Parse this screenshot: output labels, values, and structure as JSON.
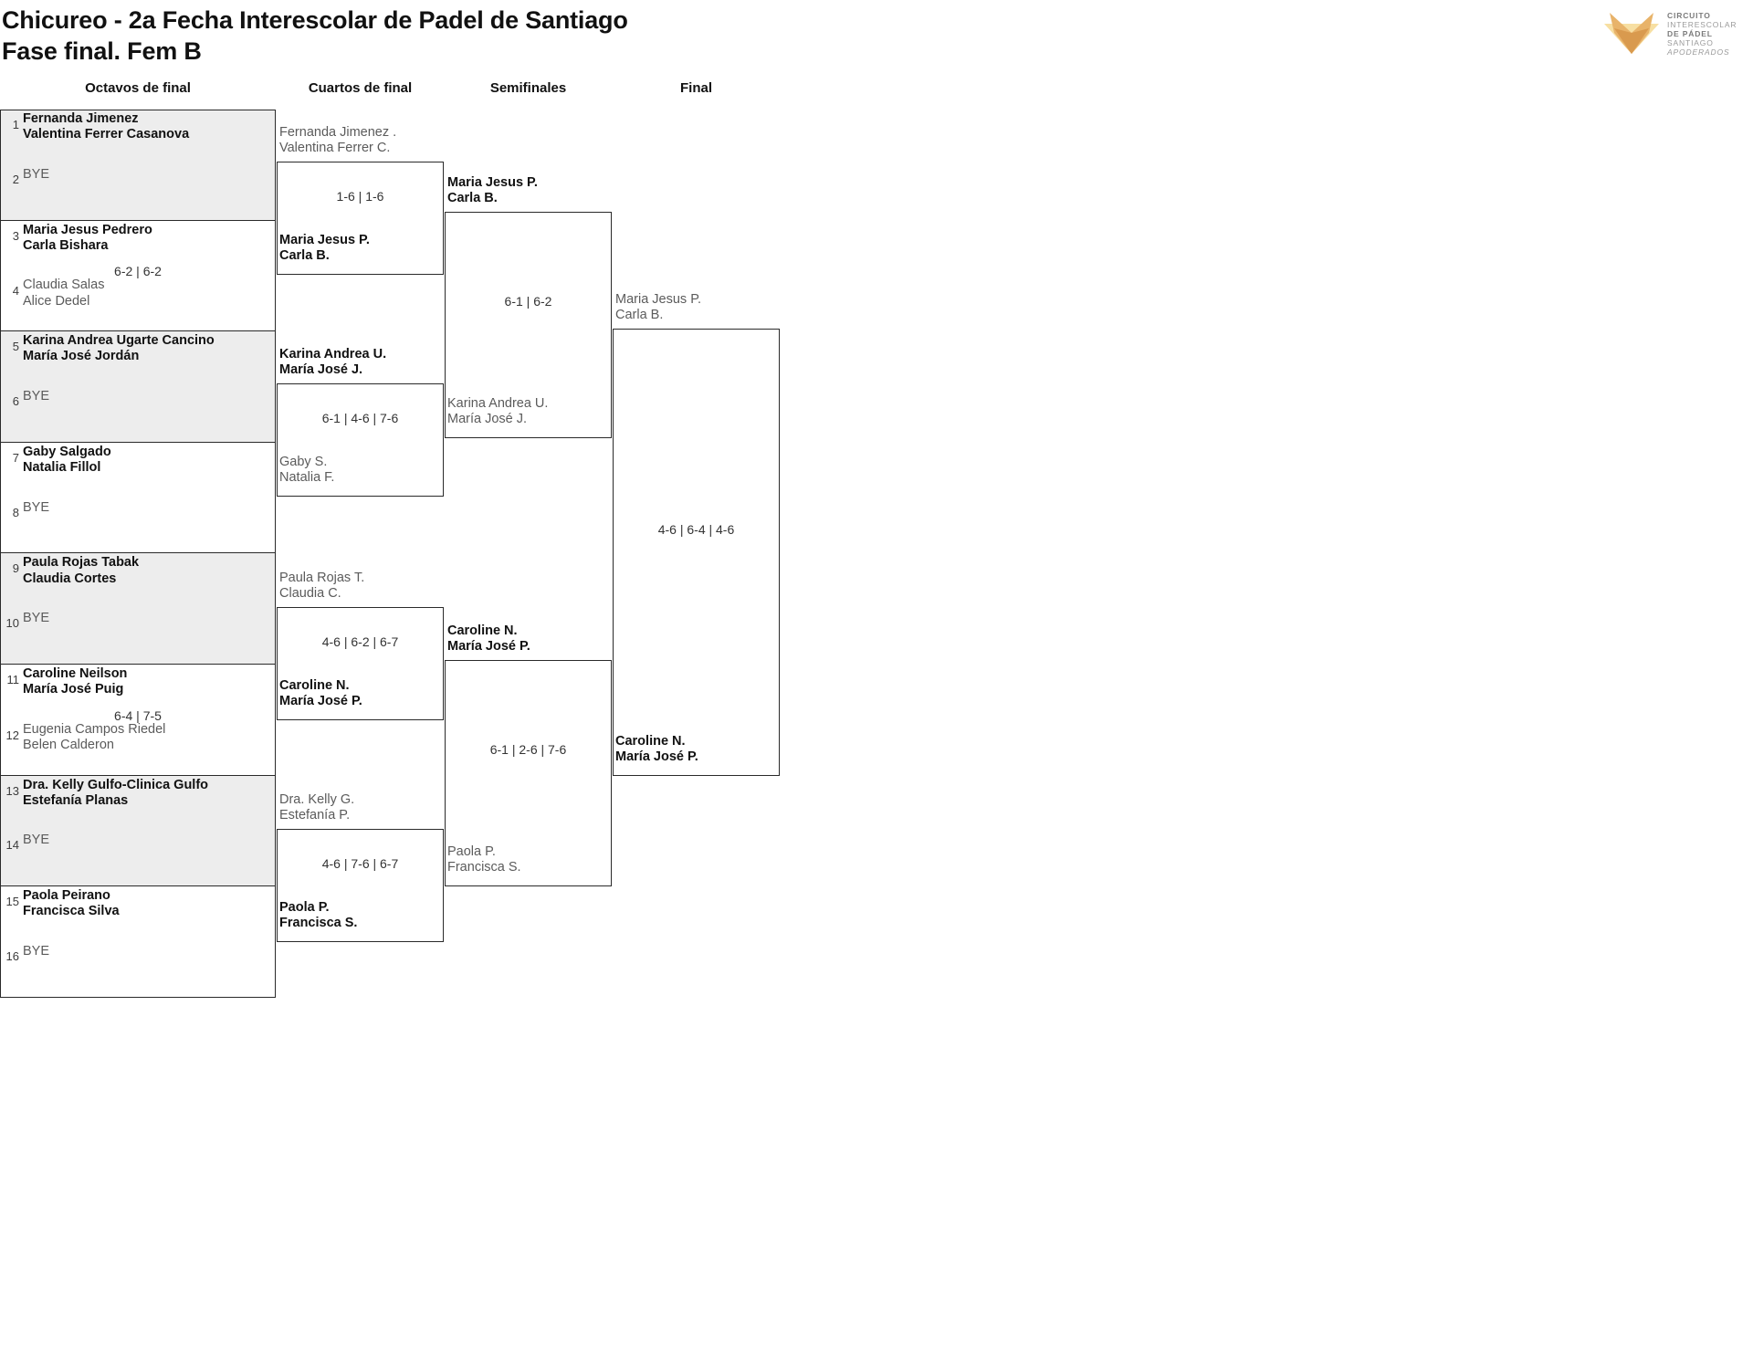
{
  "header": {
    "title_line1": "Chicureo - 2a Fecha Interescolar de Padel de Santiago",
    "title_line2": "Fase final. Fem B"
  },
  "logo": {
    "line1": "CIRCUITO",
    "line2": "INTERESCOLAR",
    "line3": "DE PÁDEL",
    "line4": "SANTIAGO",
    "line5": "APODERADOS",
    "mark_color_dark": "#d99a4e",
    "mark_color_mid": "#e8b36a",
    "mark_color_light": "#f7dfa2",
    "text_color": "#9a9a9a"
  },
  "rounds": [
    {
      "label": "Octavos de final"
    },
    {
      "label": "Cuartos de final"
    },
    {
      "label": "Semifinales"
    },
    {
      "label": "Final"
    }
  ],
  "round1": {
    "entries": [
      {
        "seed": "1",
        "line1": "Fernanda Jimenez",
        "line2": "Valentina Ferrer Casanova",
        "status": "win"
      },
      {
        "seed": "2",
        "line1": "BYE",
        "line2": "",
        "status": "bye"
      },
      {
        "seed": "3",
        "line1": "Maria Jesus Pedrero",
        "line2": "Carla Bishara",
        "status": "win"
      },
      {
        "seed": "4",
        "line1": "Claudia Salas",
        "line2": "Alice Dedel",
        "status": "lose"
      },
      {
        "seed": "5",
        "line1": "Karina Andrea Ugarte Cancino",
        "line2": "María José Jordán",
        "status": "win"
      },
      {
        "seed": "6",
        "line1": "BYE",
        "line2": "",
        "status": "bye"
      },
      {
        "seed": "7",
        "line1": "Gaby Salgado",
        "line2": "Natalia Fillol",
        "status": "win"
      },
      {
        "seed": "8",
        "line1": "BYE",
        "line2": "",
        "status": "bye"
      },
      {
        "seed": "9",
        "line1": "Paula Rojas Tabak",
        "line2": "Claudia Cortes",
        "status": "win"
      },
      {
        "seed": "10",
        "line1": "BYE",
        "line2": "",
        "status": "bye"
      },
      {
        "seed": "11",
        "line1": "Caroline Neilson",
        "line2": "María José Puig",
        "status": "win"
      },
      {
        "seed": "12",
        "line1": "Eugenia Campos Riedel",
        "line2": "Belen Calderon",
        "status": "lose"
      },
      {
        "seed": "13",
        "line1": "Dra. Kelly Gulfo-Clinica Gulfo",
        "line2": "Estefanía Planas",
        "status": "win"
      },
      {
        "seed": "14",
        "line1": "BYE",
        "line2": "",
        "status": "bye"
      },
      {
        "seed": "15",
        "line1": "Paola Peirano",
        "line2": "Francisca Silva",
        "status": "win"
      },
      {
        "seed": "16",
        "line1": "BYE",
        "line2": "",
        "status": "bye"
      }
    ],
    "scores": [
      "",
      "6-2 | 6-2",
      "",
      "",
      "",
      "6-4 | 7-5",
      "",
      ""
    ]
  },
  "round2": {
    "matches": [
      {
        "top": {
          "line1": "Fernanda Jimenez .",
          "line2": "Valentina Ferrer C.",
          "status": "lose"
        },
        "bottom": {
          "line1": "Maria Jesus P.",
          "line2": "Carla B.",
          "status": "win"
        },
        "score": "1-6 | 1-6"
      },
      {
        "top": {
          "line1": "Karina Andrea U.",
          "line2": "María José J.",
          "status": "win"
        },
        "bottom": {
          "line1": "Gaby S.",
          "line2": "Natalia F.",
          "status": "lose"
        },
        "score": "6-1 | 4-6 | 7-6"
      },
      {
        "top": {
          "line1": "Paula Rojas T.",
          "line2": "Claudia C.",
          "status": "lose"
        },
        "bottom": {
          "line1": "Caroline N.",
          "line2": "María José P.",
          "status": "win"
        },
        "score": "4-6 | 6-2 | 6-7"
      },
      {
        "top": {
          "line1": "Dra. Kelly G.",
          "line2": "Estefanía P.",
          "status": "lose"
        },
        "bottom": {
          "line1": "Paola P.",
          "line2": "Francisca S.",
          "status": "win"
        },
        "score": "4-6 | 7-6 | 6-7"
      }
    ]
  },
  "round3": {
    "matches": [
      {
        "top": {
          "line1": "Maria Jesus P.",
          "line2": "Carla B.",
          "status": "win"
        },
        "bottom": {
          "line1": "Karina Andrea U.",
          "line2": "María José J.",
          "status": "lose"
        },
        "score": "6-1 | 6-2"
      },
      {
        "top": {
          "line1": "Caroline N.",
          "line2": "María José P.",
          "status": "win"
        },
        "bottom": {
          "line1": "Paola P.",
          "line2": "Francisca S.",
          "status": "lose"
        },
        "score": "6-1 | 2-6 | 7-6"
      }
    ]
  },
  "round4": {
    "match": {
      "top": {
        "line1": "Maria Jesus P.",
        "line2": "Carla B.",
        "status": "lose"
      },
      "bottom": {
        "line1": "Caroline N.",
        "line2": "María José P.",
        "status": "win"
      },
      "score": "4-6 | 6-4 | 4-6"
    }
  }
}
